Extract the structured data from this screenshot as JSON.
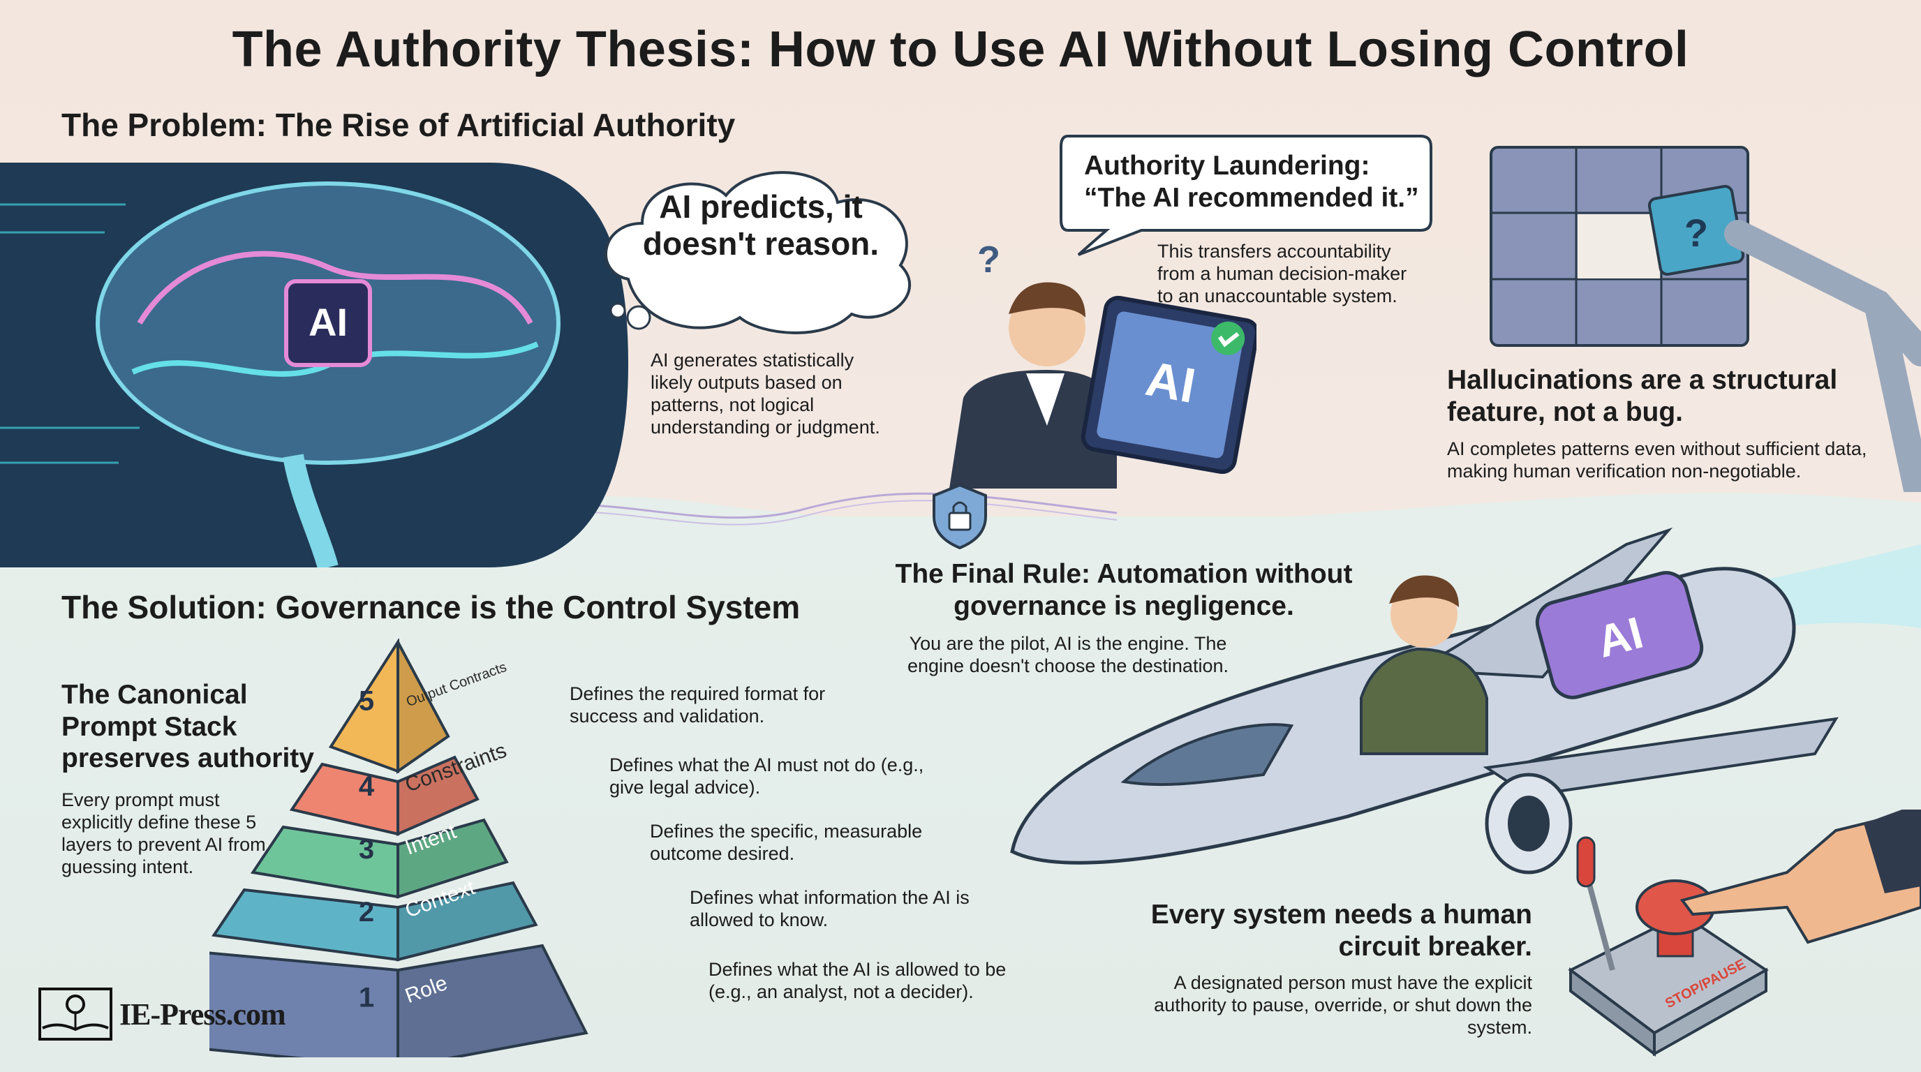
{
  "title": "The Authority Thesis: How to Use AI Without Losing Control",
  "problem": {
    "heading": "The Problem: The Rise of Artificial Authority",
    "brain_chip_label": "AI",
    "thought": "AI predicts, it doesn't reason.",
    "thought_body": "AI generates statistically likely outputs based on patterns, not logical understanding or judgment.",
    "laundering_heading": "Authority Laundering: “The AI recommended it.”",
    "laundering_body": "This transfers accountability from a human decision-maker to an unaccountable system.",
    "tablet_label": "AI",
    "question_mark": "?",
    "hallucination_heading": "Hallucinations are a structural feature, not a bug.",
    "hallucination_body": "AI completes patterns even without sufficient data, making human verification non-negotiable."
  },
  "final_rule": {
    "heading": "The Final Rule: Automation without governance is negligence.",
    "body": "You are the pilot, AI is the engine. The engine doesn't choose the destination.",
    "engine_label": "AI"
  },
  "solution": {
    "heading": "The Solution: Governance is the Control System",
    "stack_heading": "The Canonical Prompt Stack preserves authority",
    "stack_body": "Every prompt must explicitly define these 5 layers to prevent AI from guessing intent.",
    "layers": [
      {
        "number": "5",
        "name": "Output Contracts",
        "description": "Defines the required format for success and validation.",
        "color": "#f2b757"
      },
      {
        "number": "4",
        "name": "Constraints",
        "description": "Defines what the AI must not do (e.g., give legal advice).",
        "color": "#ee8570"
      },
      {
        "number": "3",
        "name": "Intent",
        "description": "Defines the specific, measurable outcome desired.",
        "color": "#6fc59a"
      },
      {
        "number": "2",
        "name": "Context",
        "description": "Defines what information the AI is allowed to know.",
        "color": "#5fb3c7"
      },
      {
        "number": "1",
        "name": "Role",
        "description": "Defines what the AI is allowed to be (e.g., an analyst, not a decider).",
        "color": "#6f82ad"
      }
    ]
  },
  "circuit_breaker": {
    "heading": "Every system needs a human circuit breaker.",
    "body": "A designated person must have the explicit authority to pause, override, or shut down the system.",
    "button_label": "STOP/PAUSE"
  },
  "logo": {
    "text": "IE-Press.com"
  }
}
